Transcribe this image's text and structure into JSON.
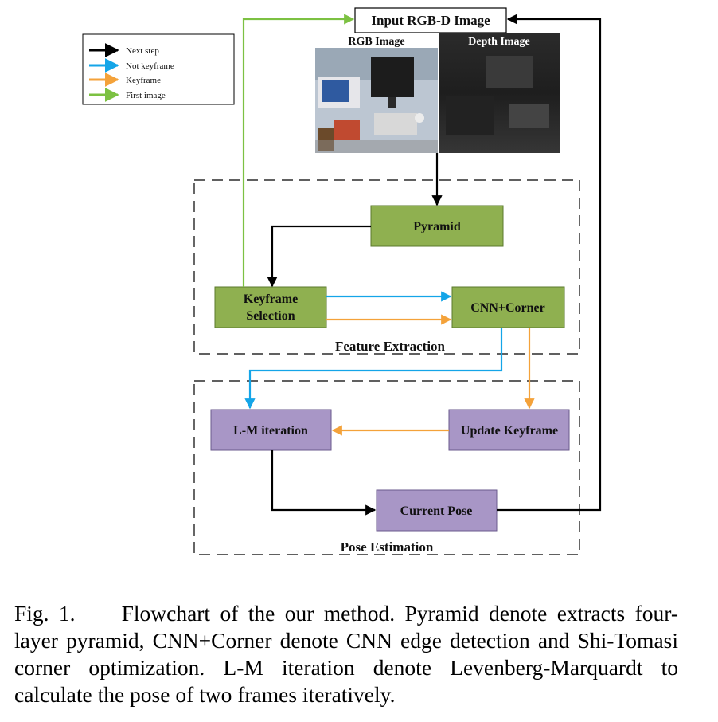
{
  "legend": {
    "items": [
      {
        "label": "Next step",
        "color": "#000000"
      },
      {
        "label": "Not keyframe",
        "color": "#14a5e8"
      },
      {
        "label": "Keyframe",
        "color": "#f4a23a"
      },
      {
        "label": "First image",
        "color": "#7cc142"
      }
    ]
  },
  "input": {
    "title": "Input RGB-D Image",
    "rgb_label": "RGB Image",
    "depth_label": "Depth Image"
  },
  "groups": {
    "feature_extraction": "Feature Extraction",
    "pose_estimation": "Pose Estimation"
  },
  "nodes": {
    "pyramid": "Pyramid",
    "keyframe_line1": "Keyframe",
    "keyframe_line2": "Selection",
    "cnn_corner": "CNN+Corner",
    "lm_iteration": "L-M iteration",
    "update_keyframe": "Update Keyframe",
    "current_pose": "Current Pose"
  },
  "colors": {
    "green_box": "#8fb050",
    "purple_box": "#a896c6",
    "arrow_black": "#000000",
    "arrow_blue": "#14a5e8",
    "arrow_orange": "#f4a23a",
    "arrow_green": "#7cc142"
  },
  "caption": {
    "fig": "Fig. 1.",
    "text": "Flowchart of the our method. Pyramid denote extracts four-layer pyramid, CNN+Corner denote CNN edge detection and Shi-Tomasi corner optimization. L-M iteration denote Levenberg-Marquardt to calculate the pose of two frames iteratively."
  }
}
